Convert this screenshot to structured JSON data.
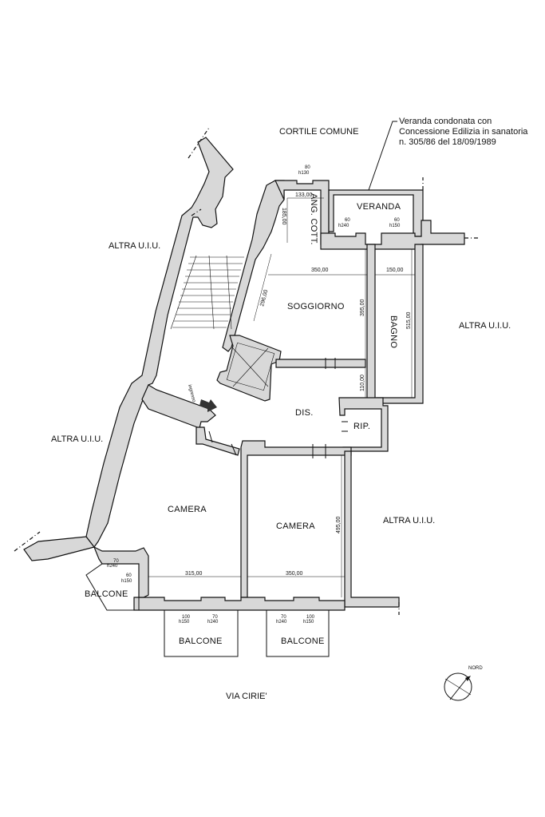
{
  "labels": {
    "cortile": "CORTILE COMUNE",
    "note_line1": "Veranda condonata con",
    "note_line2": "Concessione Edilizia in sanatoria",
    "note_line3": "n. 305/86 del 18/09/1989",
    "altra_nw": "ALTRA U.I.U.",
    "altra_ne": "ALTRA U.I.U.",
    "altra_w": "ALTRA U.I.U.",
    "altra_e": "ALTRA U.I.U.",
    "street": "VIA CIRIE'",
    "nord": "NORD"
  },
  "rooms": {
    "veranda": "VERANDA",
    "ang_cott": "ANG. COTT.",
    "soggiorno": "SOGGIORNO",
    "bagno": "BAGNO",
    "dis": "DIS.",
    "rip": "RIP.",
    "camera_left": "CAMERA",
    "camera_right": "CAMERA",
    "balcone_w": "BALCONE",
    "balcone_s1": "BALCONE",
    "balcone_s2": "BALCONE"
  },
  "dimensions": {
    "d133": "133,00",
    "d185": "185,00",
    "d350_top": "350,00",
    "d150": "150,00",
    "d296": "296,00",
    "d395": "395,00",
    "d515": "515,00",
    "d110": "110,00",
    "d495": "495,00",
    "d315": "315,00",
    "d350_bottom": "350,00",
    "ingresso": "ingresso"
  },
  "windows": {
    "w_top_w": "80",
    "w_top_h": "h130",
    "w_ver1_w": "60",
    "w_ver1_h": "h240",
    "w_ver2_w": "60",
    "w_ver2_h": "h150",
    "w_bal_w": "70",
    "w_bal_h": "h240",
    "w_bal2_w": "60",
    "w_bal2_h": "h150",
    "w_s1_w": "100",
    "w_s1_h": "h150",
    "w_s2_w": "70",
    "w_s2_h": "h240",
    "w_s3_w": "70",
    "w_s3_h": "h240",
    "w_s4_w": "100",
    "w_s4_h": "h150"
  },
  "colors": {
    "wall_fill": "#d8d8d8",
    "line": "#111111",
    "background": "#ffffff"
  }
}
